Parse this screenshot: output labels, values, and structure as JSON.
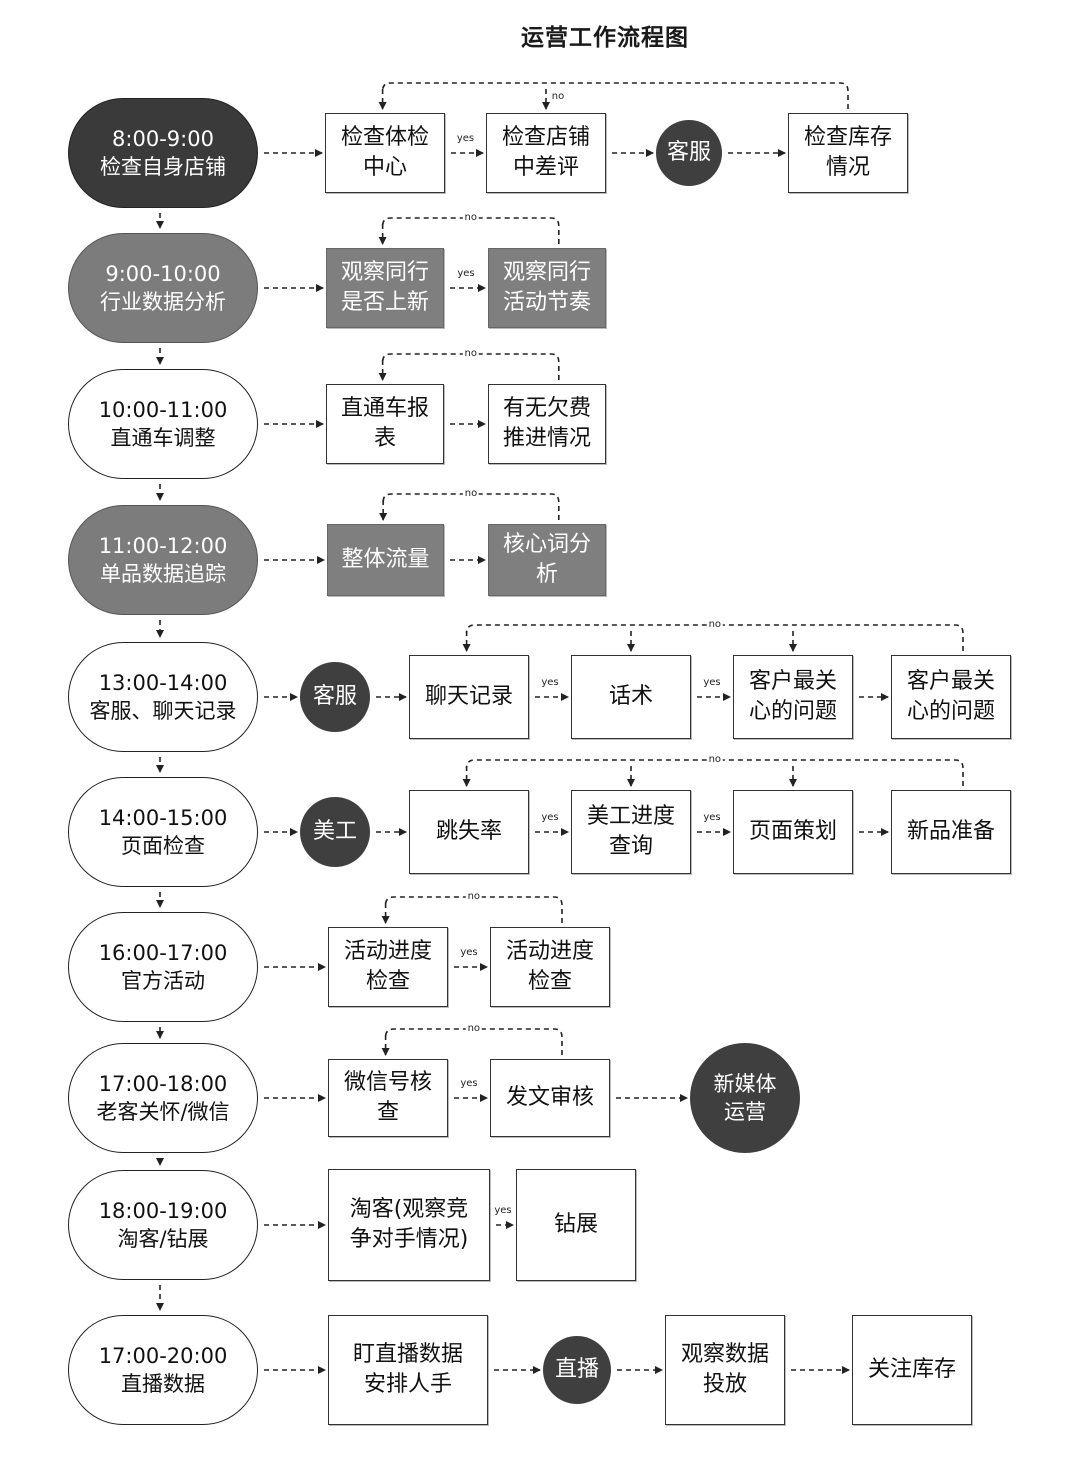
{
  "title": "运营工作流程图",
  "branch_labels": {
    "yes": "yes",
    "no": "no"
  },
  "rows": [
    {
      "id": "r1",
      "start": {
        "text": "8:00-9:00\n检查自身店铺",
        "style": "dark"
      },
      "nodes": [
        {
          "text": "检查体检\n中心",
          "kind": "box"
        },
        {
          "text": "检查店铺\n中差评",
          "kind": "box"
        },
        {
          "text": "客服",
          "kind": "circle"
        },
        {
          "text": "检查库存\n情况",
          "kind": "box"
        }
      ]
    },
    {
      "id": "r2",
      "start": {
        "text": "9:00-10:00\n行业数据分析",
        "style": "mid"
      },
      "nodes": [
        {
          "text": "观察同行\n是否上新",
          "kind": "box gray"
        },
        {
          "text": "观察同行\n活动节奏",
          "kind": "box gray"
        }
      ]
    },
    {
      "id": "r3",
      "start": {
        "text": "10:00-11:00\n直通车调整",
        "style": "plain"
      },
      "nodes": [
        {
          "text": "直通车报\n表",
          "kind": "box"
        },
        {
          "text": "有无欠费\n推进情况",
          "kind": "box"
        }
      ]
    },
    {
      "id": "r4",
      "start": {
        "text": "11:00-12:00\n单品数据追踪",
        "style": "mid"
      },
      "nodes": [
        {
          "text": "整体流量",
          "kind": "box gray"
        },
        {
          "text": "核心词分\n析",
          "kind": "box gray"
        }
      ]
    },
    {
      "id": "r5",
      "start": {
        "text": "13:00-14:00\n客服、聊天记录",
        "style": "plain"
      },
      "nodes": [
        {
          "text": "客服",
          "kind": "circle"
        },
        {
          "text": "聊天记录",
          "kind": "box"
        },
        {
          "text": "话术",
          "kind": "box"
        },
        {
          "text": "客户最关\n心的问题",
          "kind": "box"
        },
        {
          "text": "客户最关\n心的问题",
          "kind": "box"
        }
      ]
    },
    {
      "id": "r6",
      "start": {
        "text": "14:00-15:00\n页面检查",
        "style": "plain"
      },
      "nodes": [
        {
          "text": "美工",
          "kind": "circle"
        },
        {
          "text": "跳失率",
          "kind": "box"
        },
        {
          "text": "美工进度\n查询",
          "kind": "box"
        },
        {
          "text": "页面策划",
          "kind": "box"
        },
        {
          "text": "新品准备",
          "kind": "box"
        }
      ]
    },
    {
      "id": "r7",
      "start": {
        "text": "16:00-17:00\n官方活动",
        "style": "plain"
      },
      "nodes": [
        {
          "text": "活动进度\n检查",
          "kind": "box"
        },
        {
          "text": "活动进度\n检查",
          "kind": "box"
        }
      ]
    },
    {
      "id": "r8",
      "start": {
        "text": "17:00-18:00\n老客关怀/微信",
        "style": "plain"
      },
      "nodes": [
        {
          "text": "微信号核\n查",
          "kind": "box"
        },
        {
          "text": "发文审核",
          "kind": "box"
        },
        {
          "text": "新媒体\n运营",
          "kind": "circle"
        }
      ]
    },
    {
      "id": "r9",
      "start": {
        "text": "18:00-19:00\n淘客/钻展",
        "style": "plain"
      },
      "nodes": [
        {
          "text": "淘客(观察竞\n争对手情况)",
          "kind": "box"
        },
        {
          "text": "钻展",
          "kind": "box"
        }
      ]
    },
    {
      "id": "r10",
      "start": {
        "text": "17:00-20:00\n直播数据",
        "style": "plain"
      },
      "nodes": [
        {
          "text": "盯直播数据\n安排人手",
          "kind": "box"
        },
        {
          "text": "直播",
          "kind": "circle"
        },
        {
          "text": "观察数据\n投放",
          "kind": "box"
        },
        {
          "text": "关注库存",
          "kind": "box"
        }
      ]
    }
  ]
}
